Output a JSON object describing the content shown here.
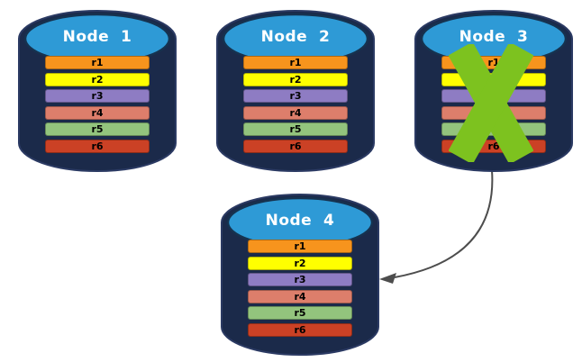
{
  "diagram": {
    "description": "Four database node cylinders; Node 3 is crossed out and its data is redirected to Node 4",
    "nodes": [
      {
        "id": "node-1",
        "title": "Node  1",
        "failed": false
      },
      {
        "id": "node-2",
        "title": "Node  2",
        "failed": false
      },
      {
        "id": "node-3",
        "title": "Node  3",
        "failed": true
      },
      {
        "id": "node-4",
        "title": "Node  4",
        "failed": false
      }
    ],
    "rows": [
      {
        "label": "r1",
        "color": "#F7941D"
      },
      {
        "label": "r2",
        "color": "#FFFF00"
      },
      {
        "label": "r3",
        "color": "#8E7CC3"
      },
      {
        "label": "r4",
        "color": "#DD7E6B"
      },
      {
        "label": "r5",
        "color": "#93C47D"
      },
      {
        "label": "r6",
        "color": "#CB4125"
      }
    ],
    "colors": {
      "cylinder_body": "#1B2A4A",
      "cylinder_outline": "#2B3A63",
      "cylinder_top": "#2E9AD6",
      "cylinder_top_outline": "#16324F",
      "x_mark": "#7DC21F",
      "arrow": "#4D4D4D",
      "title_text": "#FFFFFF",
      "row_text": "#000000"
    },
    "icons": {
      "x_mark": "x-mark-icon",
      "arrow": "curved-arrow-icon",
      "cylinder": "database-cylinder-icon"
    }
  }
}
